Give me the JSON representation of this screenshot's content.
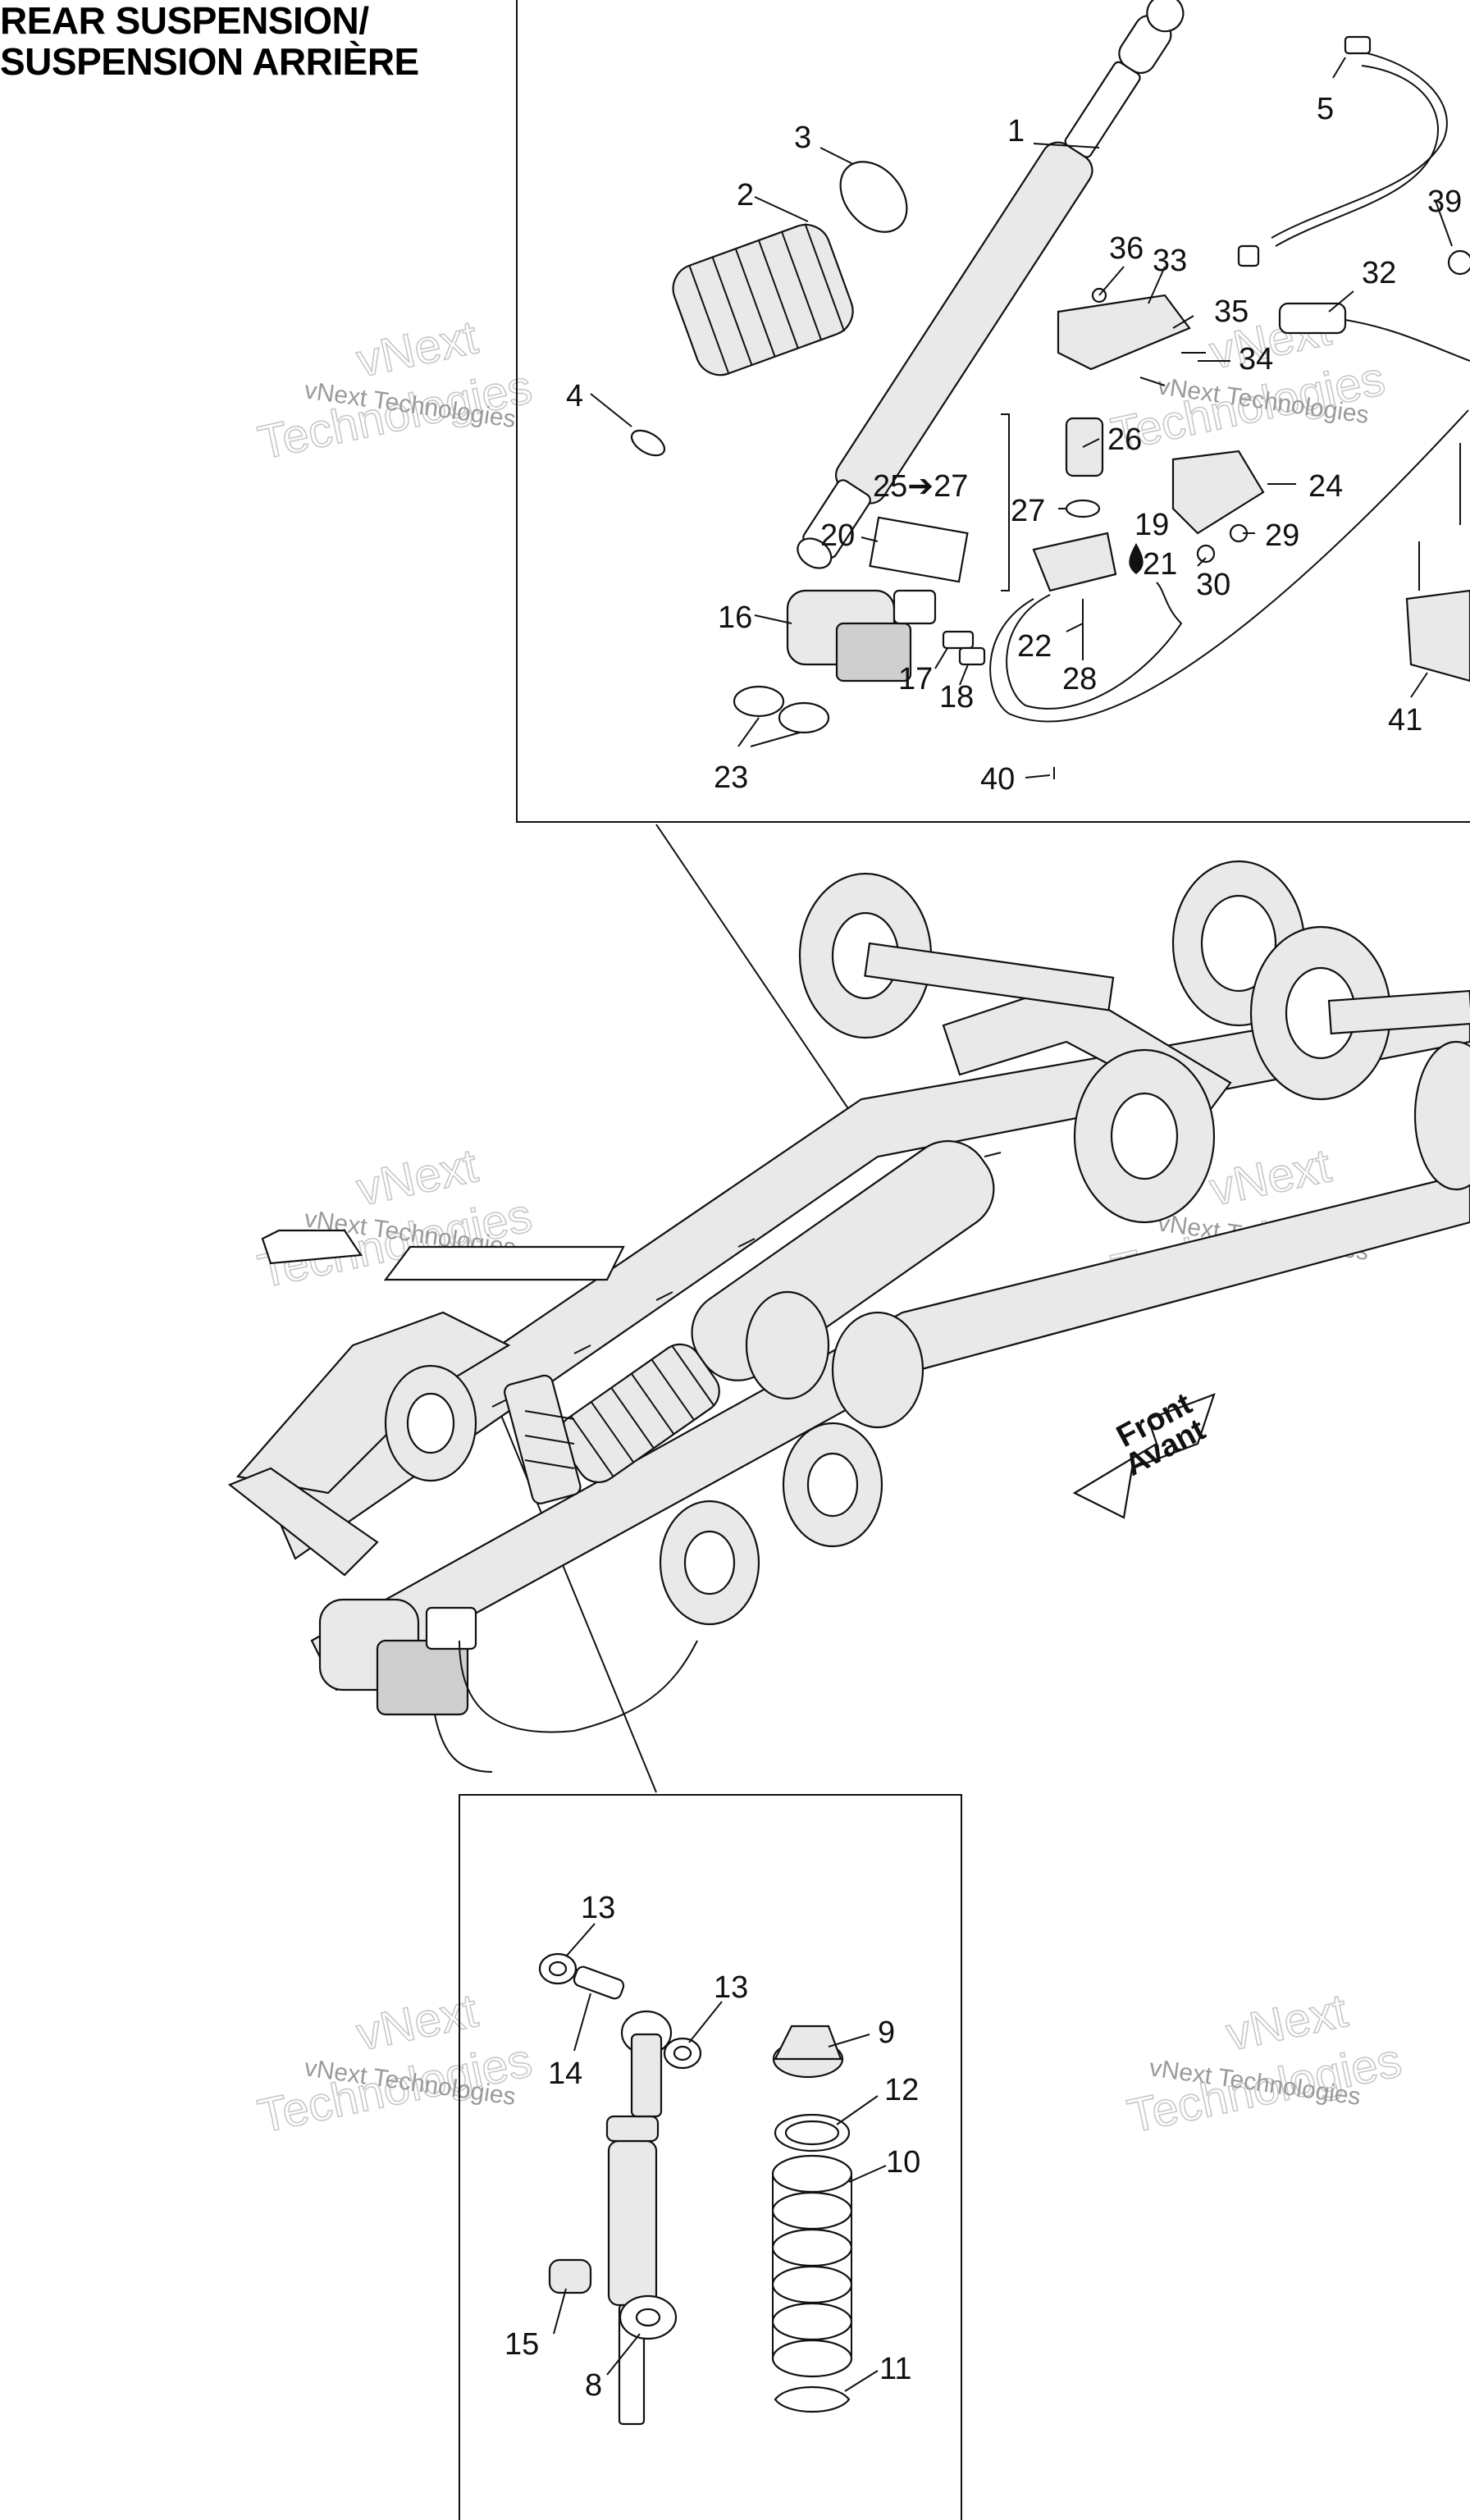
{
  "title": {
    "line1": "REAR SUSPENSION/",
    "line2": "SUSPENSION ARRIÈRE"
  },
  "watermark": {
    "small": "vNext Technologies",
    "vnext": "vNext",
    "technologies": "Technologies"
  },
  "front_arrow": {
    "line1": "Front",
    "line2": "Avant"
  },
  "callouts": {
    "c1": "1",
    "c2": "2",
    "c3": "3",
    "c4": "4",
    "c5": "5",
    "c8": "8",
    "c9": "9",
    "c10": "10",
    "c11": "11",
    "c12": "12",
    "c13a": "13",
    "c13b": "13",
    "c14": "14",
    "c15": "15",
    "c16": "16",
    "c17": "17",
    "c18": "18",
    "c19": "19",
    "c20": "20",
    "c21": "21",
    "c22": "22",
    "c23": "23",
    "c24": "24",
    "c25_27": "25➔27",
    "c26": "26",
    "c27": "27",
    "c28": "28",
    "c29": "29",
    "c30": "30",
    "c32": "32",
    "c33": "33",
    "c34": "34",
    "c35": "35",
    "c36": "36",
    "c39": "39",
    "c40": "40",
    "c41": "41"
  },
  "icons": {
    "oil_drop": "oil-drop-icon",
    "front_arrow": "front-arrow-icon"
  }
}
